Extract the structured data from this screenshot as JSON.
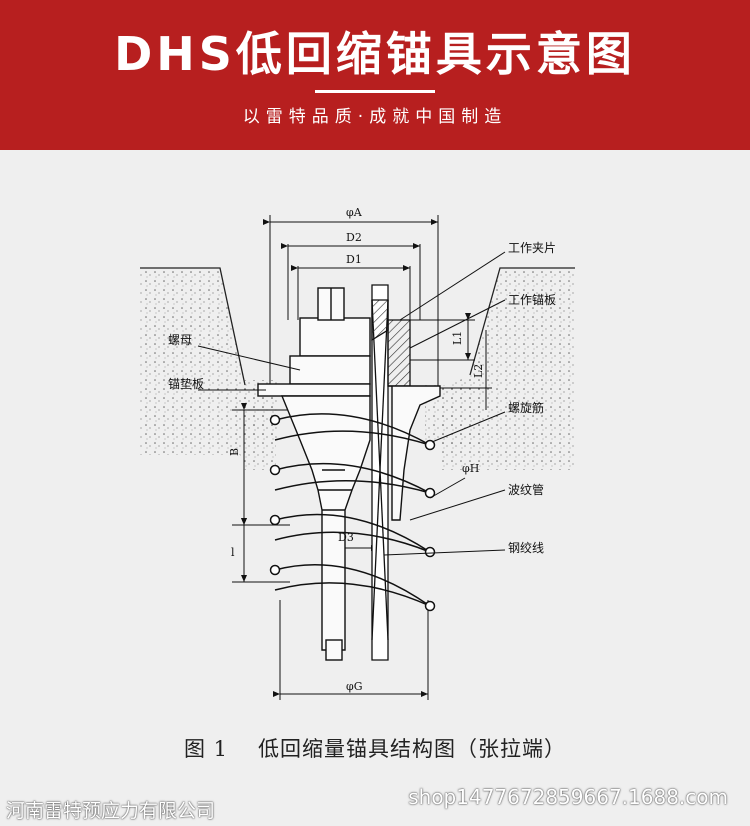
{
  "header": {
    "title": "DHS低回缩锚具示意图",
    "subtitle": "以雷特品质·成就中国制造",
    "bg_color": "#b71f1f"
  },
  "diagram": {
    "dimensions": {
      "phi_a": "φA",
      "d2": "D2",
      "d1": "D1",
      "d3": "D3",
      "phi_g": "φG",
      "phi_h": "φH",
      "b": "B",
      "l": "l",
      "l1": "L1",
      "l2": "L2"
    },
    "callouts": {
      "work_clip": "工作夹片",
      "work_anchor_plate": "工作锚板",
      "nut": "螺母",
      "bearing_plate": "锚垫板",
      "spiral_rebar": "螺旋筋",
      "corrugated_pipe": "波纹管",
      "strand": "钢绞线"
    }
  },
  "caption": {
    "figure_no": "图 1",
    "text": "低回缩量锚具结构图（张拉端）"
  },
  "watermarks": {
    "company": "河南雷特预应力有限公司",
    "shop": "shop1477672859667.1688.com"
  }
}
